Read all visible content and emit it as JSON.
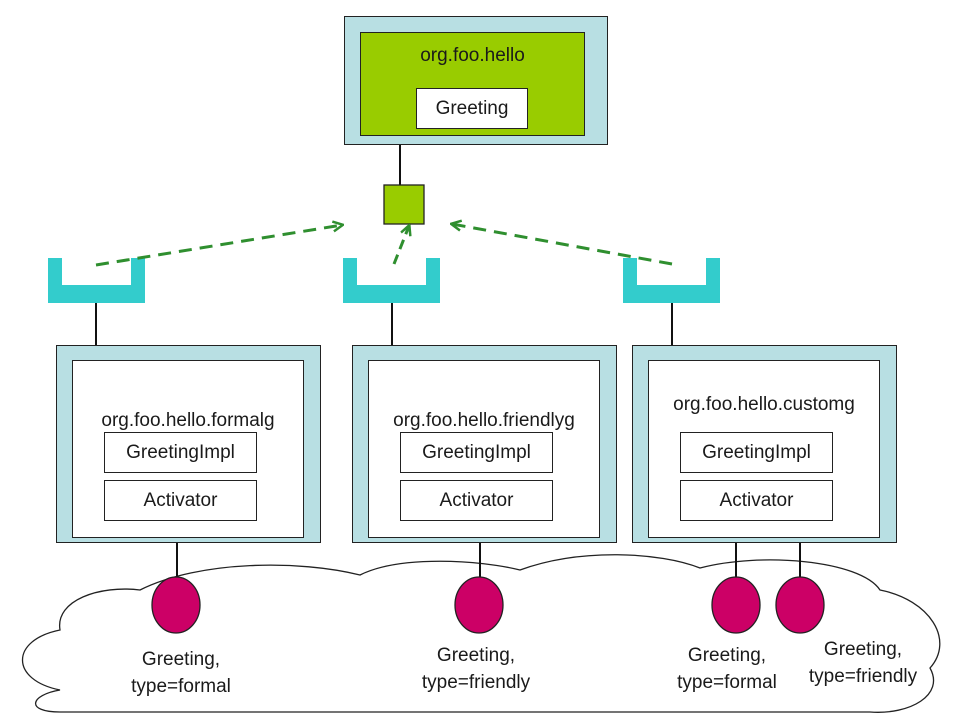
{
  "colors": {
    "host_bundle_fill": "#99cc00",
    "bundle_frame": "#b8dfe3",
    "connector": "#33cccc",
    "arrow": "#2f8f2f",
    "service_dot": "#cc0066"
  },
  "host": {
    "name": "org.foo.hello",
    "interface": "Greeting"
  },
  "bundles": [
    {
      "name": "org.foo.hello.formalg",
      "impl": "GreetingImpl",
      "activator": "Activator"
    },
    {
      "name": "org.foo.hello.friendlyg",
      "impl": "GreetingImpl",
      "activator": "Activator"
    },
    {
      "name": "org.foo.hello.customg",
      "impl": "GreetingImpl",
      "activator": "Activator"
    }
  ],
  "services": [
    {
      "line1": "Greeting,",
      "line2": "type=formal"
    },
    {
      "line1": "Greeting,",
      "line2": "type=friendly"
    },
    {
      "line1": "Greeting,",
      "line2": "type=formal"
    },
    {
      "line1": "Greeting,",
      "line2": "type=friendly"
    }
  ]
}
